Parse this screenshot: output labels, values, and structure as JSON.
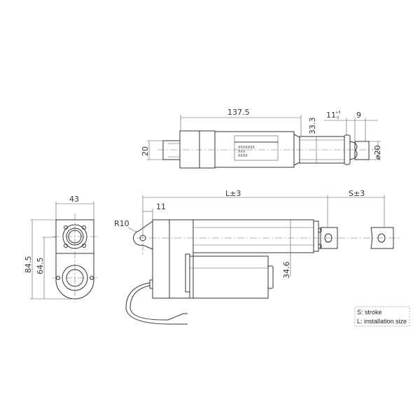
{
  "top_view": {
    "length_dim": "137.5",
    "shaft_dim": "20",
    "height_dim": "33.3",
    "offset_dim": "11",
    "offset_tol_upper": "+3",
    "offset_tol_lower": "0",
    "end_dim": "9",
    "diameter_dim": "⌀20",
    "label_lines": [
      "XXXXXXX",
      "XXX",
      "XXXX"
    ]
  },
  "front_view": {
    "width_dim": "43",
    "height_dim": "84.5",
    "axis_dim": "64.5"
  },
  "side_view": {
    "install_dim": "L±3",
    "stroke_dim": "S±3",
    "clevis_dim": "11",
    "radius_dim": "R10",
    "motor_dim": "34.6"
  },
  "legend": {
    "stroke": "S: stroke",
    "install": "L: installation size"
  }
}
